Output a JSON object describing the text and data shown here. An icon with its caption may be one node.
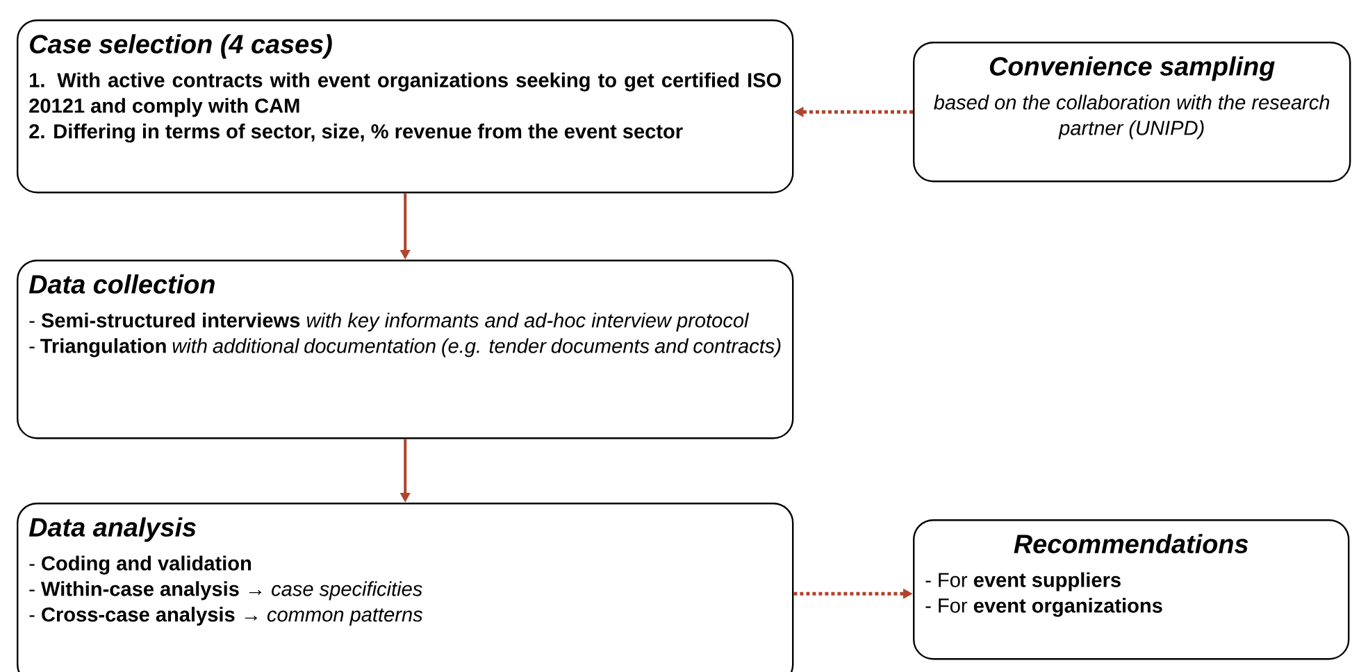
{
  "diagram": {
    "nodes": [
      {
        "text": [
          "Case selection (4 cases)",
          "1. With active contracts with event organizations seeking to get certified ISO 20121 and comply with CAM",
          "2. Differing in terms of sector, size, % revenue from the event sector"
        ]
      },
      {
        "text": [
          "Convenience sampling",
          "based on the collaboration with the research partner (UNIPD)"
        ]
      },
      {
        "text": [
          "Data collection",
          "- **Semi-structured interviews** *with key informants and ad-hoc interview protocol*",
          "- **Triangulation** *with additional documentation (e.g. tender documents and contracts)*"
        ]
      },
      {
        "text": [
          "Data analysis",
          "- **Coding and validation**",
          "- **Within-case analysis →** *case specificities*",
          "- **Cross-case analysis →** *common patterns*"
        ]
      },
      {
        "text": [
          "Recommendations",
          "- For **event suppliers**",
          "- For **event organizations**"
        ]
      }
    ],
    "edges": [
      {
        "from": 1,
        "to": 0,
        "arrow": "to",
        "style": "dashed"
      },
      {
        "from": 0,
        "to": 2,
        "arrow": "to"
      },
      {
        "from": 2,
        "to": 3,
        "arrow": "to"
      },
      {
        "from": 3,
        "to": 4,
        "arrow": "to",
        "style": "dashed"
      }
    ]
  }
}
